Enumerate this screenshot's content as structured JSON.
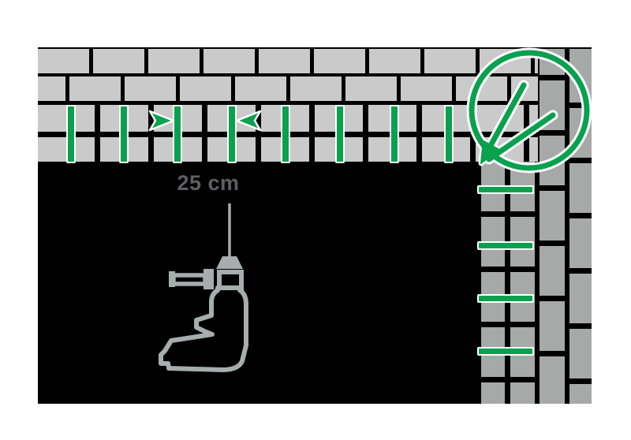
{
  "diagram": {
    "type": "tile-drilling-instruction",
    "measurement": {
      "label": "25 cm",
      "spacing_cm": 25
    },
    "colors": {
      "accent-green": "#09A14E",
      "wall-black": "#000000",
      "tile-light": "#CACACA",
      "tile-dark": "#A6A9A8",
      "tool-gray": "#A7ACAE",
      "label-gray": "#5D6063",
      "page-bg": "#FFFFFF"
    },
    "marks": {
      "band_mark_count": 8,
      "band_marks_x": [
        90,
        157,
        225,
        294,
        362,
        431,
        500,
        569
      ],
      "column_mark_count": 4,
      "column_marks_y": [
        235,
        306,
        373,
        440
      ]
    }
  }
}
